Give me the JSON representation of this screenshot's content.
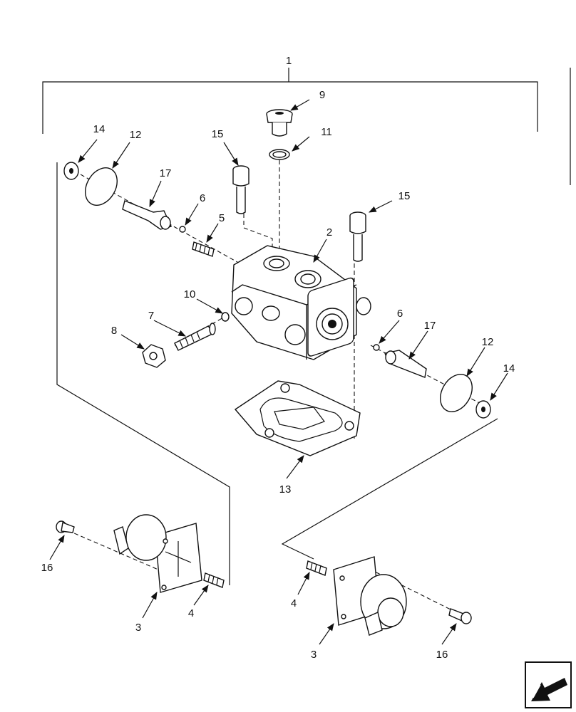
{
  "labels": {
    "l1": "1",
    "l2": "2",
    "l3a": "3",
    "l3b": "3",
    "l4a": "4",
    "l4b": "4",
    "l5": "5",
    "l6a": "6",
    "l6b": "6",
    "l7": "7",
    "l8": "8",
    "l9": "9",
    "l10": "10",
    "l11": "11",
    "l12a": "12",
    "l12b": "12",
    "l13": "13",
    "l14a": "14",
    "l14b": "14",
    "l15a": "15",
    "l15b": "15",
    "l16a": "16",
    "l16b": "16",
    "l17a": "17",
    "l17b": "17"
  },
  "icons": {
    "nav": "page-arrow-icon"
  }
}
